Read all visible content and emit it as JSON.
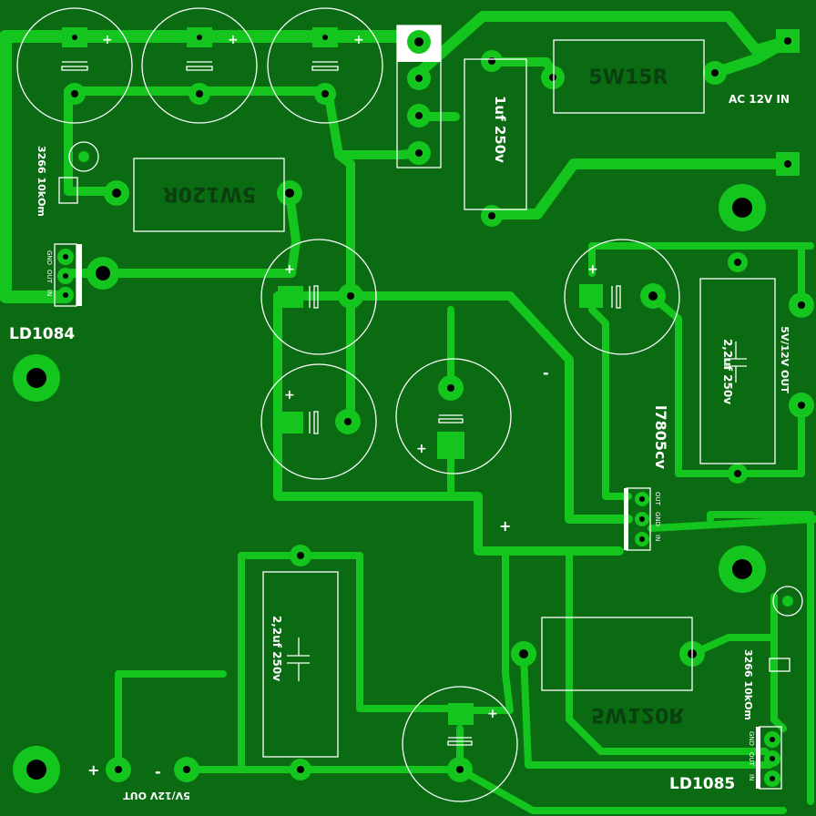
{
  "labels": {
    "regulator_top_left": "LD1084",
    "regulator_bottom_right": "LD1085",
    "regulator_mid": "l7805cv",
    "resistor_top_right": "5W15R",
    "resistor_top_mid": "5W120R",
    "resistor_bottom": "5W120R",
    "cap_film_top": "1uf 250v",
    "cap_film_right": "2,2uf 250v",
    "cap_film_bottom": "2,2uf 250v",
    "pot_left": "3266 10kOm",
    "pot_right": "3266 10kOm",
    "ac_input": "AC 12V IN",
    "out_right": "5V/12V OUT",
    "out_bottom": "5V/12V OUT",
    "plus": "+",
    "minus": "-",
    "pin_gnd": "GND",
    "pin_out": "OUT",
    "pin_in": "IN"
  },
  "colors": {
    "board": "#0a6b12",
    "copper": "#13c51c",
    "silkscreen": "#ffffff",
    "drill": "#000000"
  }
}
